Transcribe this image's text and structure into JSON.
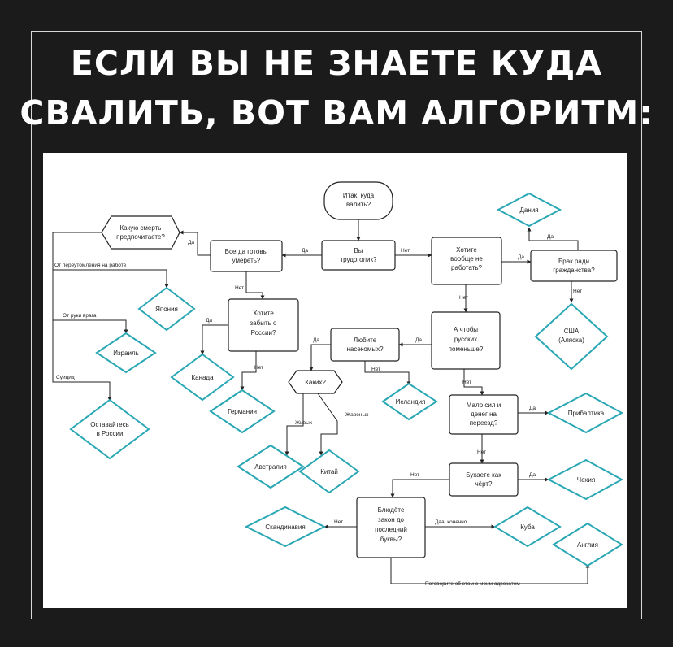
{
  "header": {
    "line1": "ЕСЛИ ВЫ НЕ ЗНАЕТЕ КУДА",
    "line2": "СВАЛИТЬ, ВОТ ВАМ АЛГОРИТМ:"
  },
  "colors": {
    "background": "#1b1b1b",
    "panel": "#ffffff",
    "destination_outline": "#2aa7b4",
    "line": "#222222"
  },
  "nodes": {
    "start": [
      "Итак, куда",
      "валить?"
    ],
    "hard_worker": [
      "Вы",
      "трудоголик?"
    ],
    "ready_to_die": [
      "Всегда готовы",
      "умереть?"
    ],
    "which_death": [
      "Какую смерть",
      "предпочитаете?"
    ],
    "dont_want_work": [
      "Хотите",
      "вообще не",
      "работать?"
    ],
    "forget_russia": [
      "Хотите",
      "забыть о",
      "России?"
    ],
    "love_insects": [
      "Любите",
      "насекомых?"
    ],
    "fewer_russians": [
      "А чтобы",
      "русских",
      "поменьше?"
    ],
    "which_insects": [
      "Каких?"
    ],
    "marriage": [
      "Брак ради",
      "гражданства?"
    ],
    "no_money": [
      "Мало сил и",
      "денег на",
      "переезд?"
    ],
    "drink": [
      "Бухаете как",
      "чёрт?"
    ],
    "law": [
      "Блюдёте",
      "закон до",
      "последний",
      "буквы?"
    ],
    "denmark": [
      "Дания"
    ],
    "usa": [
      "США",
      "(Аляска)"
    ],
    "japan": [
      "Япония"
    ],
    "israel": [
      "Израиль"
    ],
    "stay_russia": [
      "Оставайтесь",
      "в России"
    ],
    "canada": [
      "Канада"
    ],
    "germany": [
      "Германия"
    ],
    "iceland": [
      "Исландия"
    ],
    "australia": [
      "Австралия"
    ],
    "china": [
      "Китай"
    ],
    "baltics": [
      "Прибалтика"
    ],
    "czech": [
      "Чехия"
    ],
    "scandinavia": [
      "Скандинавия"
    ],
    "cuba": [
      "Куба"
    ],
    "england": [
      "Англия"
    ]
  },
  "edges": {
    "yes": "Да",
    "no": "Нет",
    "overwork": "От переутомления на работе",
    "enemy": "От руки врага",
    "suicide": "Суицид",
    "alive": "Живых",
    "fried": "Жареных",
    "yes_sure": "Даа, конечно",
    "lawyer": "Поговорите об этом с моим адвокатом"
  }
}
